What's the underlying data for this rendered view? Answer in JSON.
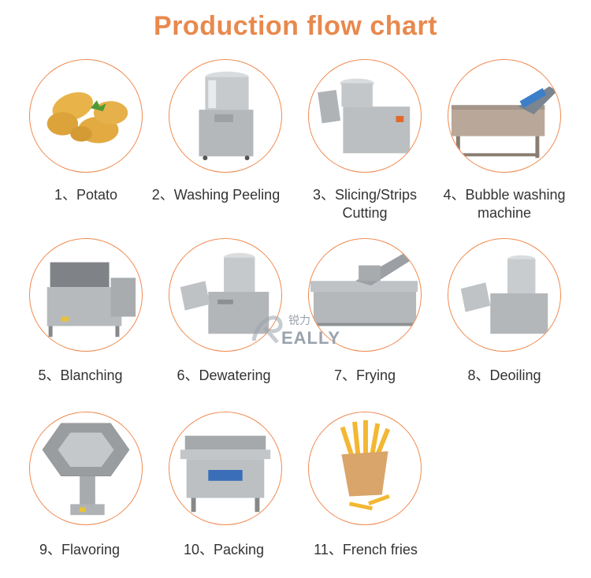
{
  "title": "Production flow chart",
  "steps": [
    {
      "label": "1、Potato",
      "icon": "potato-icon"
    },
    {
      "label": "2、Washing Peeling",
      "icon": "peeling-machine-icon"
    },
    {
      "label": "3、Slicing/Strips Cutting",
      "icon": "slicing-machine-icon"
    },
    {
      "label": "4、Bubble washing machine",
      "icon": "bubble-washer-icon"
    },
    {
      "label": "5、Blanching",
      "icon": "blanching-machine-icon"
    },
    {
      "label": "6、Dewatering",
      "icon": "dewatering-machine-icon"
    },
    {
      "label": "7、Frying",
      "icon": "fryer-machine-icon"
    },
    {
      "label": "8、Deoiling",
      "icon": "deoiling-machine-icon"
    },
    {
      "label": "9、Flavoring",
      "icon": "flavoring-machine-icon"
    },
    {
      "label": "10、Packing",
      "icon": "packing-machine-icon"
    },
    {
      "label": "11、French fries",
      "icon": "french-fries-icon"
    }
  ],
  "watermark": {
    "brand": "EALLY",
    "cn": "锐力"
  },
  "colors": {
    "accent": "#e8894d",
    "circle_border": "#f08a50",
    "steel": "#b9bcbf",
    "label": "#333333"
  }
}
